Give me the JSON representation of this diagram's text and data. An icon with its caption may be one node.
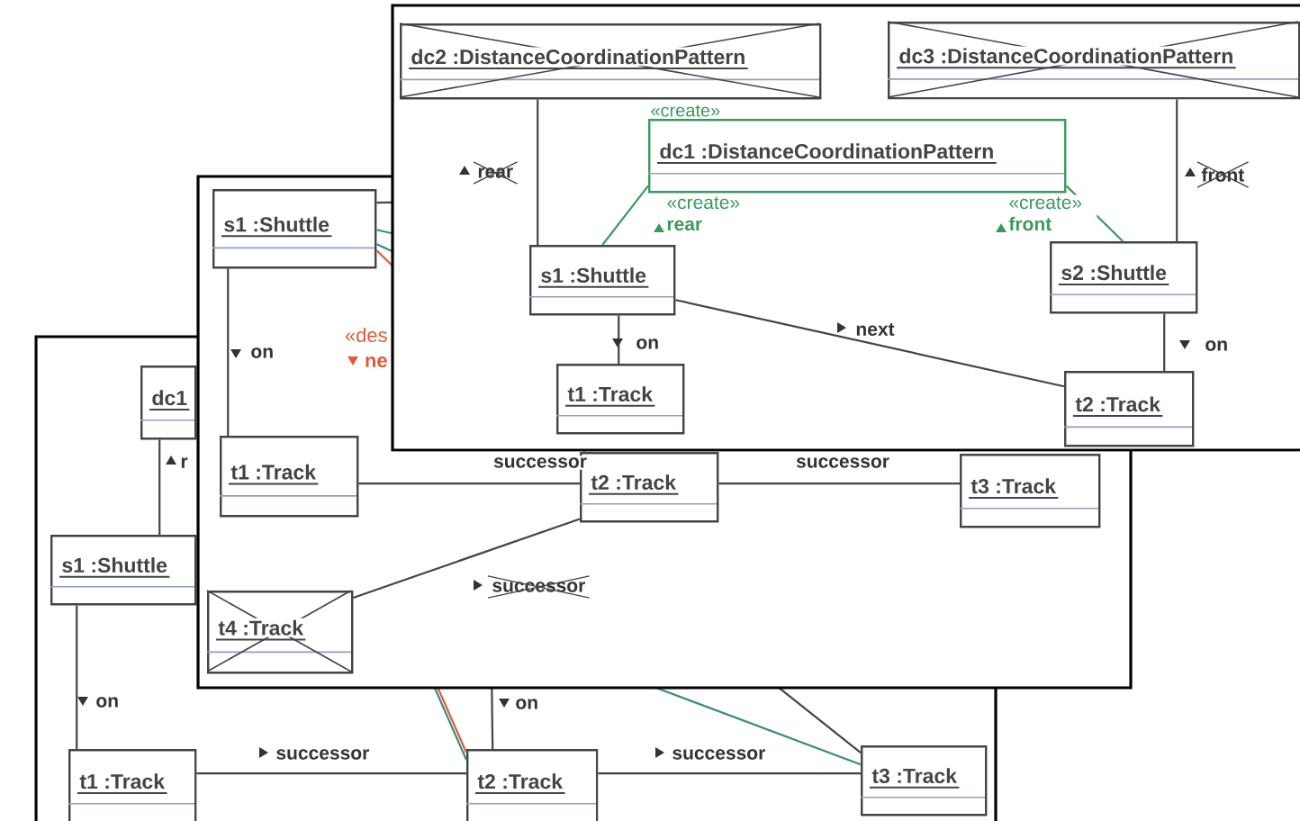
{
  "diagram": {
    "nodes": [
      {
        "text": [
          "dc1"
        ]
      },
      {
        "text": [
          "s1 :Shuttle"
        ]
      },
      {
        "text": [
          "t1 :Track"
        ]
      },
      {
        "text": [
          "t2 :Track"
        ]
      },
      {
        "text": [
          "t3 :Track"
        ]
      },
      {
        "text": [
          "s1 :Shuttle"
        ]
      },
      {
        "text": [
          "t1 :Track"
        ]
      },
      {
        "text": [
          "t2 :Track"
        ]
      },
      {
        "text": [
          "t3 :Track"
        ]
      },
      {
        "text": [
          "t4 :Track"
        ]
      },
      {
        "text": [
          "dc2 :DistanceCoordinationPattern"
        ]
      },
      {
        "text": [
          "dc3 :DistanceCoordinationPattern"
        ]
      },
      {
        "text": [
          "dc1 :DistanceCoordinationPattern"
        ],
        "beside": [
          "«create»"
        ]
      },
      {
        "text": [
          "s1 :Shuttle"
        ]
      },
      {
        "text": [
          "s2 :Shuttle"
        ]
      },
      {
        "text": [
          "t1 :Track"
        ]
      },
      {
        "text": [
          "t2 :Track"
        ]
      }
    ],
    "edges": [
      {
        "from": 0,
        "to": 1,
        "arrow": "none",
        "label": "r"
      },
      {
        "from": 1,
        "to": 2,
        "arrow": "none",
        "label": "on"
      },
      {
        "from": 2,
        "to": 3,
        "arrow": "none",
        "label": "successor"
      },
      {
        "from": 3,
        "to": 4,
        "arrow": "none",
        "label": "successor"
      },
      {
        "from": 1,
        "to": 3,
        "arrow": "none",
        "color": "#e05a3a"
      },
      {
        "from": 1,
        "to": 3,
        "arrow": "none",
        "color": "#3f8a84"
      },
      {
        "from": 1,
        "to": 4,
        "arrow": "none",
        "color": "#3f8a84"
      },
      {
        "from": null,
        "to": 4,
        "arrow": "none"
      },
      {
        "from": null,
        "to": 3,
        "arrow": "none",
        "label": "on"
      },
      {
        "from": 5,
        "to": 6,
        "arrow": "none",
        "label": "on"
      },
      {
        "from": 7,
        "to": 6,
        "arrow": "none",
        "label": "successor"
      },
      {
        "from": 7,
        "to": 8,
        "arrow": "none",
        "label": "successor"
      },
      {
        "from": 7,
        "to": 9,
        "arrow": "none",
        "label": "successor"
      },
      {
        "from": 5,
        "to": 7,
        "arrow": "none",
        "color": "#e05a3a"
      },
      {
        "from": 5,
        "to": null,
        "arrow": "none"
      },
      {
        "from": 5,
        "to": null,
        "arrow": "none",
        "color": "#3f8a84"
      },
      {
        "from": 5,
        "to": null,
        "arrow": "none",
        "color": "#3f8a84"
      },
      {
        "from": 10,
        "to": 13,
        "arrow": "none",
        "label": "rear"
      },
      {
        "from": 11,
        "to": 14,
        "arrow": "none",
        "label": "front"
      },
      {
        "from": 12,
        "to": 13,
        "arrow": "none",
        "color": "#3a9a5c",
        "label": "«create» **rear**"
      },
      {
        "from": 12,
        "to": 14,
        "arrow": "none",
        "color": "#3a9a5c",
        "label": "«create» **front**"
      },
      {
        "from": 13,
        "to": 15,
        "arrow": "none",
        "label": "on"
      },
      {
        "from": 13,
        "to": 16,
        "arrow": "none",
        "label": "next"
      },
      {
        "from": 14,
        "to": 16,
        "arrow": "none",
        "label": "on"
      }
    ],
    "labels": [
      "«des",
      "ne"
    ]
  }
}
